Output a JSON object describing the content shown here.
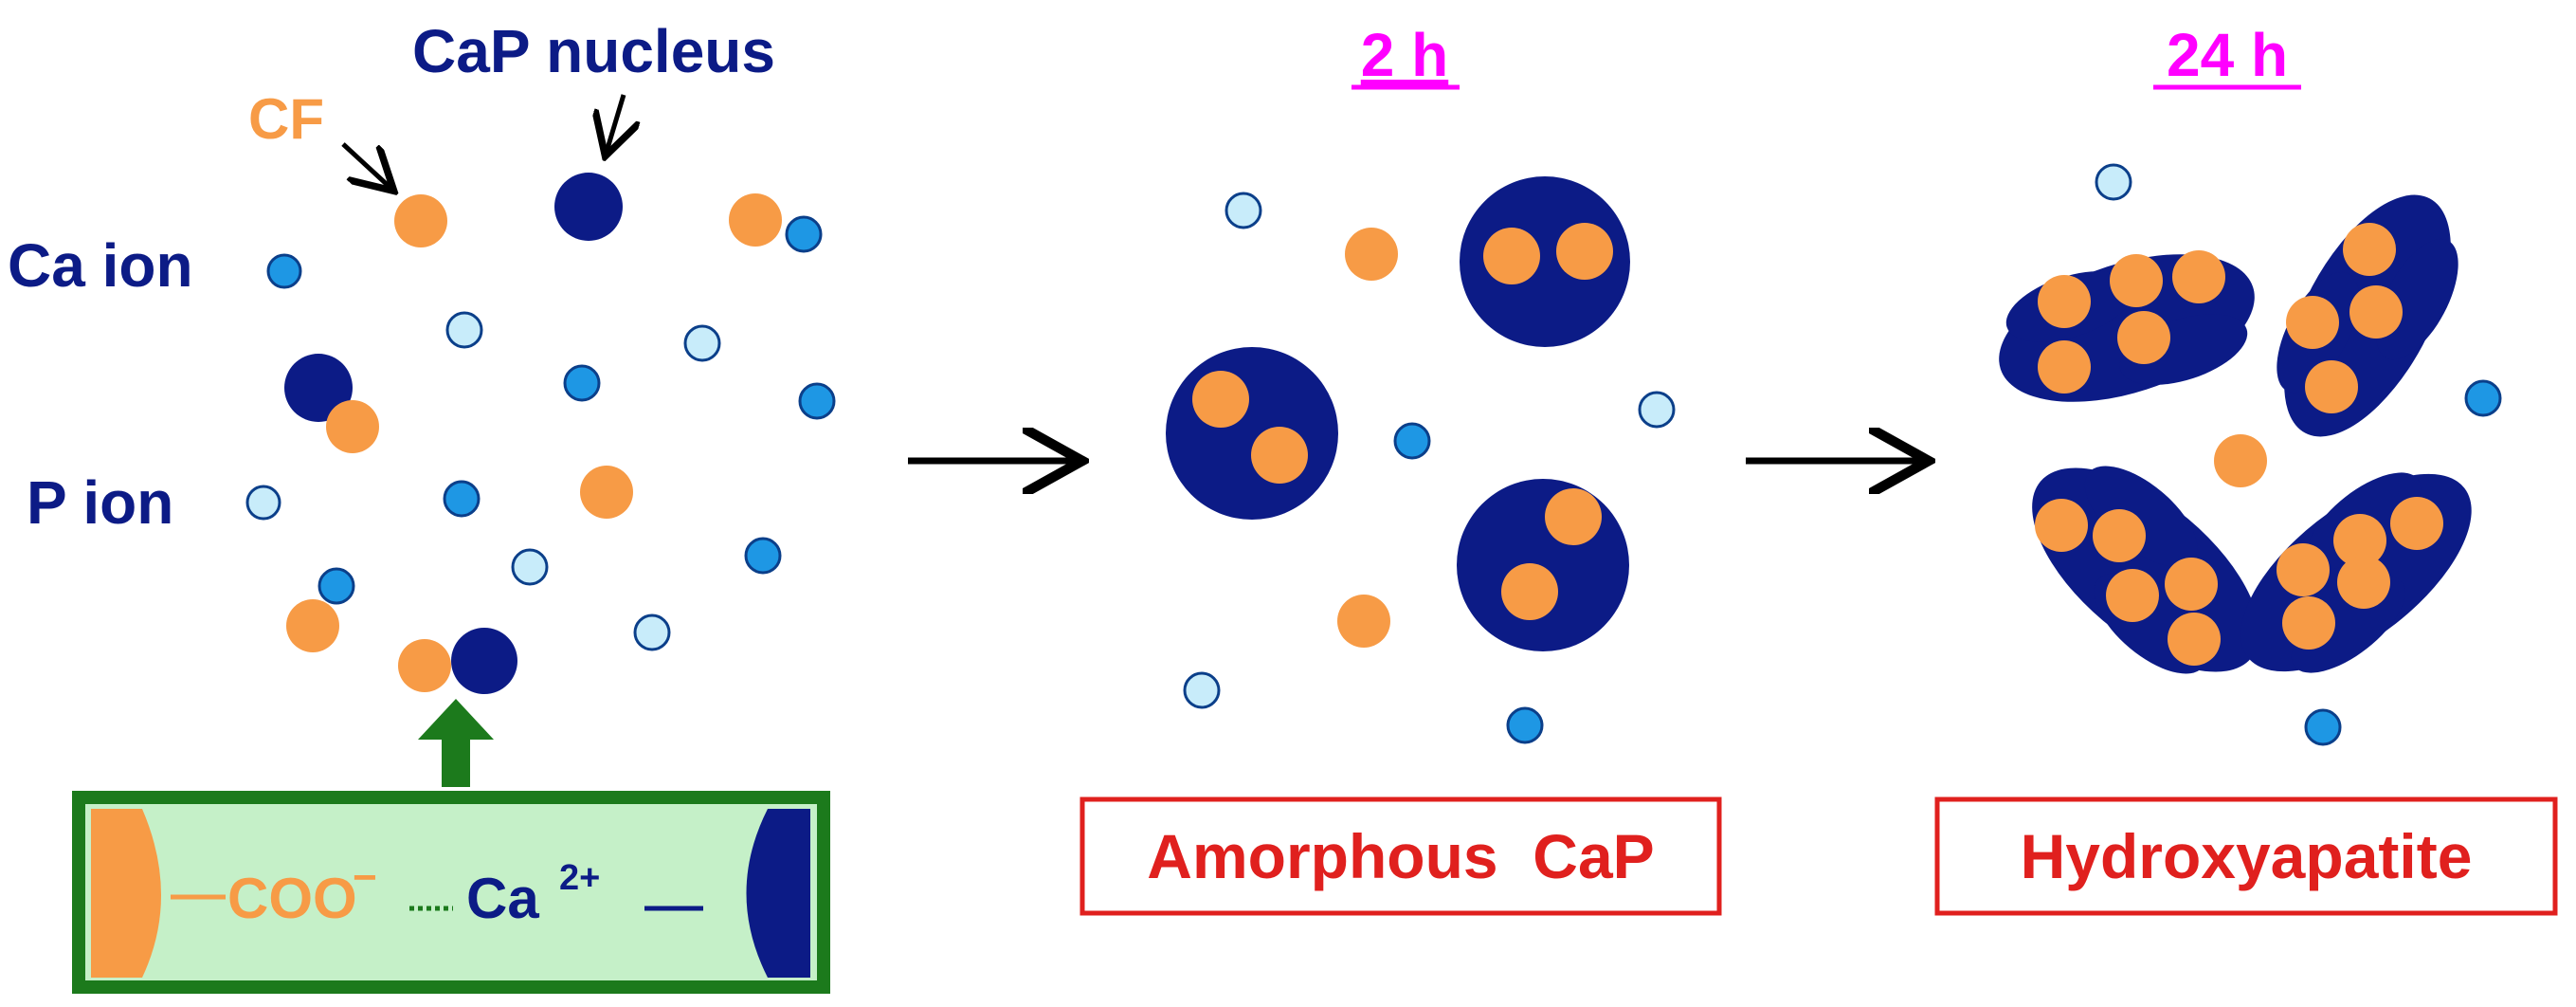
{
  "labels": {
    "cf": "CF",
    "cap_nucleus": "CaP nucleus",
    "ca_ion": "Ca ion",
    "p_ion": "P ion",
    "time_2h": "2 h",
    "time_24h": "24 h",
    "amorphous": "Amorphous  CaP",
    "hydroxyapatite": "Hydroxyapatite",
    "coo": "COO",
    "coo_charge": "−",
    "ca": "Ca",
    "ca_charge": "2+"
  },
  "colors": {
    "cf": "#f79b46",
    "nucleus": "#0c1b86",
    "ca_ion": "#1e97e4",
    "p_ion": "#c8ecfa",
    "ion_stroke": "#0b3f8a",
    "label_blue": "#0c1b86",
    "time_label": "#ff00ff",
    "box_red": "#e0201e",
    "bond_fill": "#c5f0c8",
    "bond_border": "#1c7a1c",
    "green_arrow": "#1c7a1c"
  }
}
